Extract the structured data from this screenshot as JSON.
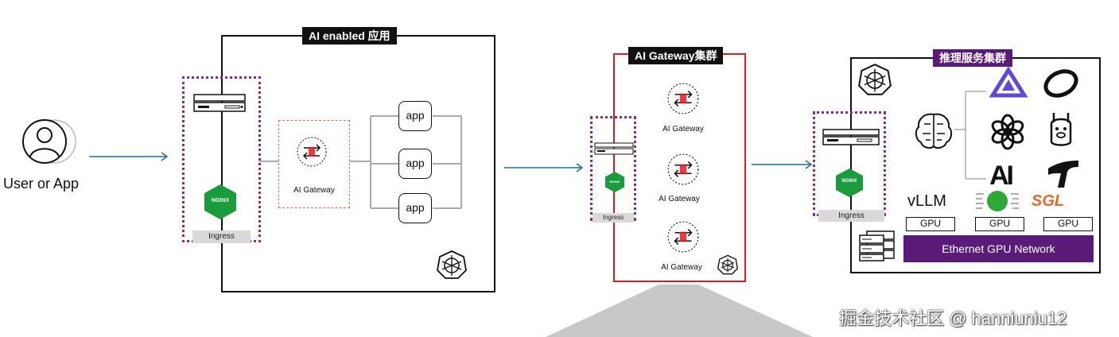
{
  "user": {
    "label": "User or App"
  },
  "app_cluster": {
    "title": "AI enabled 应用",
    "ingress_label": "Ingress",
    "gateway_label": "AI Gateway",
    "apps": [
      "app",
      "app",
      "app"
    ]
  },
  "gateway_cluster": {
    "title": "AI Gateway集群",
    "ingress_label": "Ingress",
    "gateways": [
      "AI Gateway",
      "AI Gateway",
      "AI Gateway"
    ]
  },
  "inference_cluster": {
    "title": "推理服务集群",
    "ingress_label": "Ingress",
    "engines": [
      "vLLM",
      "SGL"
    ],
    "gpus": [
      "GPU",
      "GPU",
      "GPU"
    ],
    "network": "Ethernet GPU Network",
    "ai_logo_text": "AI"
  },
  "nginx_label": "NGINX",
  "watermark": "掘金技术社区 @ hanniuniu12",
  "colors": {
    "nginx_green": "#1a9b3c",
    "gateway_border": "#e01b24",
    "inference_title": "#5a1a78",
    "arrow": "#1f6e9a",
    "ingress_dots": "#8a2a8c"
  }
}
